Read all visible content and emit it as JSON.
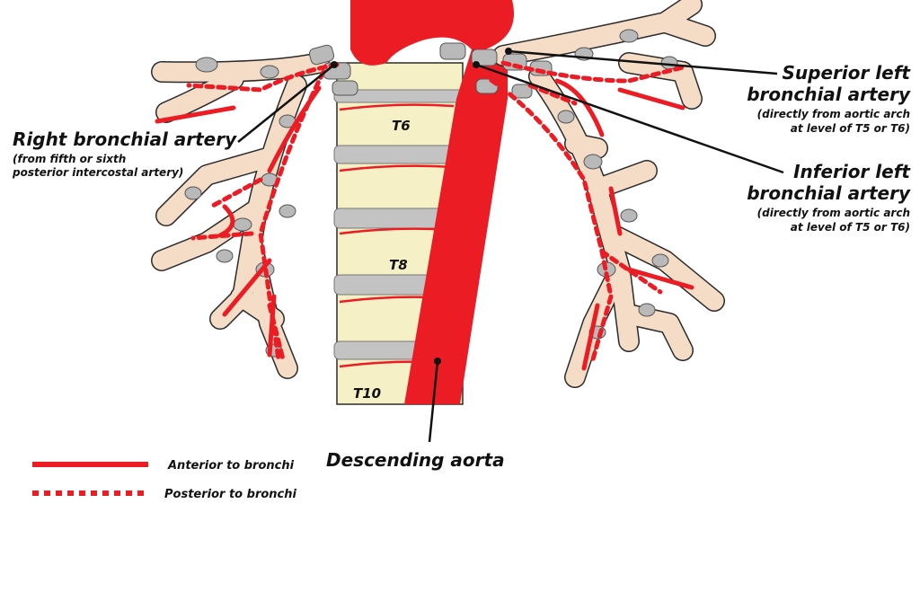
{
  "colors": {
    "artery": "#ec1c24",
    "bronchus_fill": "#f5dcc6",
    "cartilage": "#b9b9b9",
    "vertebra": "#f6f0c6",
    "disc": "#c3c3c3",
    "outline": "#2b2b2b"
  },
  "vertebrae": {
    "t6": "T6",
    "t8": "T8",
    "t10": "T10"
  },
  "labels": {
    "right_bronchial": {
      "title": "Right bronchial artery",
      "sub1": "(from fifth or sixth",
      "sub2": "posterior intercostal artery)"
    },
    "superior_left": {
      "title1": "Superior left",
      "title2": "bronchial artery",
      "sub1": "(directly from aortic arch",
      "sub2": "at level of T5 or T6)"
    },
    "inferior_left": {
      "title1": "Inferior left",
      "title2": "bronchial artery",
      "sub1": "(directly from aortic arch",
      "sub2": "at level of T5 or T6)"
    },
    "descending_aorta": "Descending aorta"
  },
  "legend": {
    "anterior": "Anterior to bronchi",
    "posterior": "Posterior to bronchi"
  }
}
